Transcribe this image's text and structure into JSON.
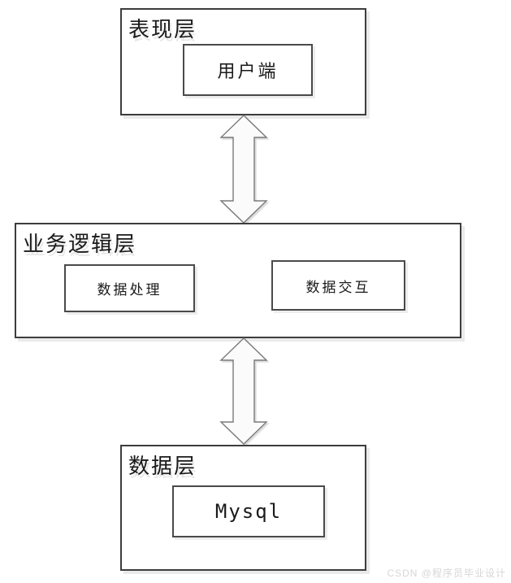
{
  "layers": [
    {
      "id": "presentation",
      "label": "表现层",
      "children": [
        {
          "label": "用户端"
        }
      ]
    },
    {
      "id": "business-logic",
      "label": "业务逻辑层",
      "children": [
        {
          "label": "数据处理"
        },
        {
          "label": "数据交互"
        }
      ]
    },
    {
      "id": "data",
      "label": "数据层",
      "children": [
        {
          "label": "Mysql"
        }
      ]
    }
  ],
  "connectors": [
    {
      "from": "表现层",
      "to": "业务逻辑层",
      "type": "double-headed-vertical-arrow"
    },
    {
      "from": "业务逻辑层",
      "to": "数据层",
      "type": "double-headed-vertical-arrow"
    }
  ],
  "colors": {
    "background": "#ffffff",
    "box_border": "#3d3d3d",
    "box_shadow": "#eaeaea",
    "arrow_fill": "#fbfbfb",
    "arrow_stroke": "#7a7a7a",
    "watermark_text": "#d6d6d6"
  },
  "watermark": "CSDN @程序员毕业设计"
}
